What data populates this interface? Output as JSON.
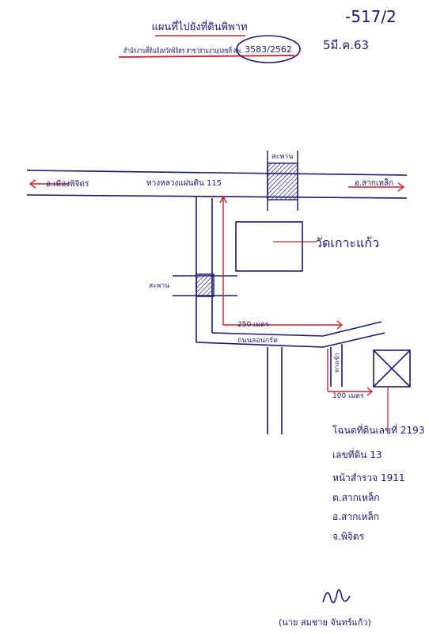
{
  "header": {
    "title": "แผนที่ไปยังที่ดินพิพาท",
    "subtitle_prefix": "สำนักงานที่ดินจังหวัดพิจิตร สาขาสามง่าม/เลขที่ คพ.",
    "case_number": "3583/2562",
    "ref_number": "-517/2",
    "date_note": "5มี.ค.63"
  },
  "map": {
    "highway_label": "ทางหลวงแผ่นดิน 115",
    "west_destination": "อ.เมืองพิจิตร",
    "east_destination": "อ.สากเหล็ก",
    "bridge_top_label": "สะพาน",
    "bridge_left_label": "สะพาน",
    "temple_label": "วัดเกาะแก้ว",
    "distance_250": "250 เมตร",
    "local_road_label": "ถนนลอนกรัด",
    "distance_100": "100 เมตร",
    "side_road_label": "ทางเข้า"
  },
  "property": {
    "deed": "โฉนดที่ดินเลขที่ 2193",
    "land_no": "เลขที่ดิน 13",
    "survey_page": "หน้าสำรวจ 1911",
    "subdistrict": "ต.สากเหล็ก",
    "district": "อ.สากเหล็ก",
    "province": "จ.พิจิตร"
  },
  "signature": {
    "name": "(นาย สมชาย จันทร์แก้ว)"
  },
  "colors": {
    "ink": "#1a1a6e",
    "accent": "#cc1f2a"
  }
}
